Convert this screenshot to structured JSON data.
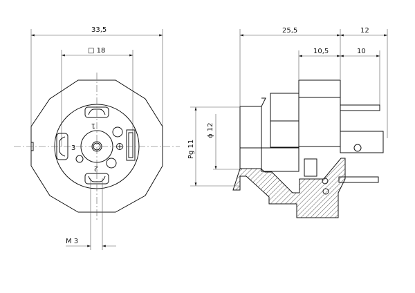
{
  "front_view": {
    "dim_width": "33,5",
    "dim_square": "□ 18",
    "dim_thread": "M 3",
    "pin_labels": [
      "1",
      "2",
      "3"
    ]
  },
  "side_view": {
    "dim_total": "25,5",
    "dim_pins": "12",
    "dim_block": "10,5",
    "dim_pin_inner": "10",
    "dim_thread": "Pg 11",
    "dim_diameter": "ϕ 12"
  }
}
